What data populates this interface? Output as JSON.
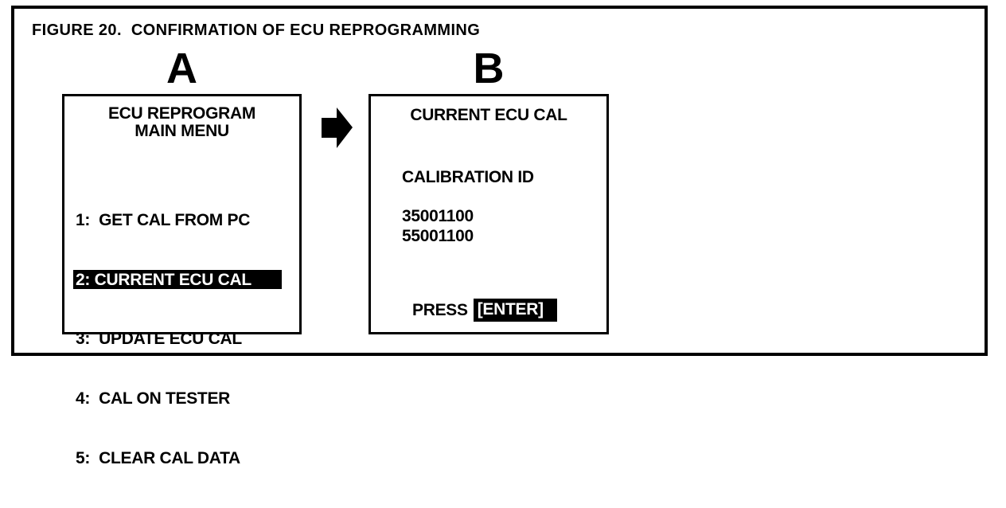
{
  "colors": {
    "ink": "#000000",
    "paper": "#ffffff",
    "highlight_bg": "#000000",
    "highlight_text": "#ffffff"
  },
  "figure": {
    "title": "FIGURE 20.  CONFIRMATION OF ECU REPROGRAMMING"
  },
  "panel_a": {
    "label": "A",
    "screen_title_line1": "ECU REPROGRAM",
    "screen_title_line2": "MAIN MENU",
    "menu_items": [
      {
        "text": "1:  GET CAL FROM PC",
        "selected": false
      },
      {
        "text": "2: CURRENT ECU CAL",
        "selected": true
      },
      {
        "text": "3:  UPDATE ECU CAL",
        "selected": false
      },
      {
        "text": "4:  CAL ON TESTER",
        "selected": false
      },
      {
        "text": "5:  CLEAR CAL DATA",
        "selected": false
      }
    ]
  },
  "arrow": {
    "icon": "right-block-arrow"
  },
  "panel_b": {
    "label": "B",
    "screen_title": "CURRENT ECU CAL",
    "section_label": "CALIBRATION ID",
    "calibration_ids": [
      "35001100",
      "55001100"
    ],
    "press_label": "PRESS",
    "enter_key_label": "[ENTER]"
  }
}
